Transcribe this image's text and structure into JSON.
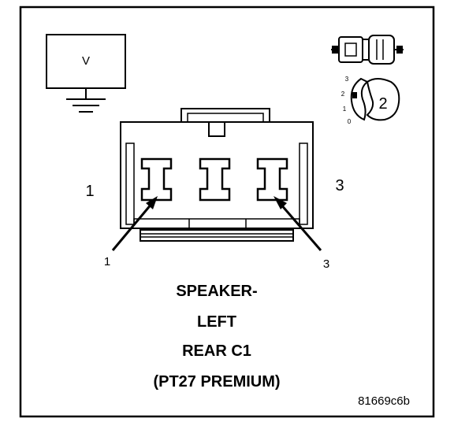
{
  "meter": {
    "label": "V"
  },
  "connector_view": {
    "cavity_label": "2",
    "scale_marks": [
      "3",
      "2",
      "1",
      "0"
    ]
  },
  "pins": {
    "left_big": "1",
    "right_big": "3",
    "left_pointer": "1",
    "right_pointer": "3"
  },
  "title_lines": [
    "SPEAKER-",
    "LEFT",
    "REAR C1",
    "(PT27 PREMIUM)"
  ],
  "figure_code": "81669c6b"
}
